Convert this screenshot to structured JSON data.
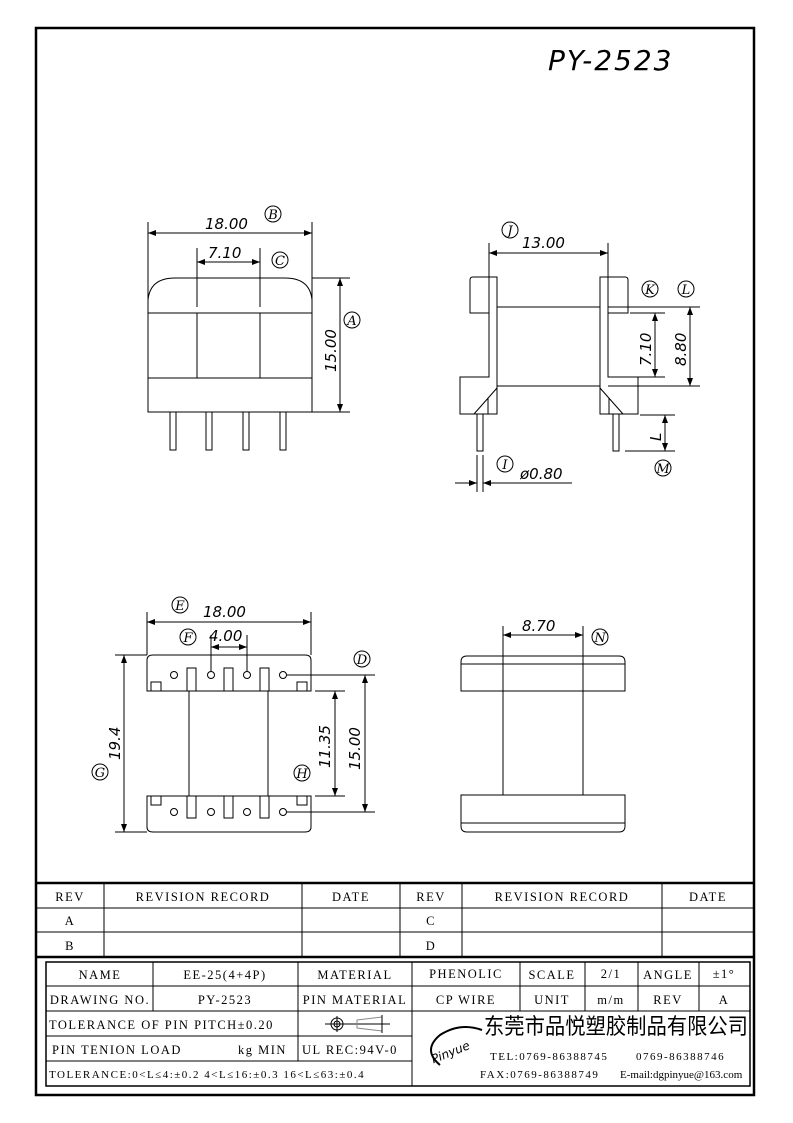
{
  "drawing_title": "PY-2523",
  "views": {
    "front": {
      "width": "18.00",
      "width_label": "B",
      "inner": "7.10",
      "inner_label": "C",
      "height": "15.00",
      "height_label": "A"
    },
    "side": {
      "span": "13.00",
      "span_label": "J",
      "k_dim": "7.10",
      "k_label": "K",
      "l_dim": "8.80",
      "l_label": "L",
      "pin_len": "L",
      "pin_len_label": "M",
      "pin_dia": "ø0.80",
      "pin_dia_label": "I"
    },
    "bottom": {
      "width": "18.00",
      "width_label": "E",
      "pitch": "4.00",
      "pitch_label": "F",
      "d_label": "D",
      "overall": "19.4",
      "overall_label": "G",
      "row_inner": "11.35",
      "row_pitch": "15.00",
      "h_label": "H"
    },
    "end": {
      "width": "8.70",
      "width_label": "N"
    }
  },
  "revision_table": {
    "headers": [
      "REV",
      "REVISION RECORD",
      "DATE",
      "REV",
      "REVISION RECORD",
      "DATE"
    ],
    "rows": [
      [
        "A",
        "",
        "",
        "C",
        "",
        ""
      ],
      [
        "B",
        "",
        "",
        "D",
        "",
        ""
      ]
    ]
  },
  "title_block": {
    "name_label": "NAME",
    "name": "EE-25(4+4P)",
    "material_label": "MATERIAL",
    "material": "PHENOLIC",
    "scale_label": "SCALE",
    "scale": "2/1",
    "angle_label": "ANGLE",
    "angle": "±1°",
    "drawing_no_label": "DRAWING NO.",
    "drawing_no": "PY-2523",
    "pin_material_label": "PIN MATERIAL",
    "pin_material": "CP WIRE",
    "unit_label": "UNIT",
    "unit": "m/m",
    "rev_label": "REV",
    "rev": "A",
    "pin_pitch_tol": "TOLERANCE OF PIN PITCH±0.20",
    "pin_load": "PIN TENION LOAD",
    "pin_load_unit": "kg MIN",
    "ul": "UL REC:94V-0",
    "tolerance": "TOLERANCE:0<L≤4:±0.2  4<L≤16:±0.3  16<L≤63:±0.4"
  },
  "company": {
    "logo_text": "Pinyue",
    "name": "东莞市品悦塑胶制品有限公司",
    "tel": "TEL:0769-86388745",
    "tel2": "0769-86388746",
    "fax": "FAX:0769-86388749",
    "email": "E-mail:dgpinyue@163.com"
  }
}
